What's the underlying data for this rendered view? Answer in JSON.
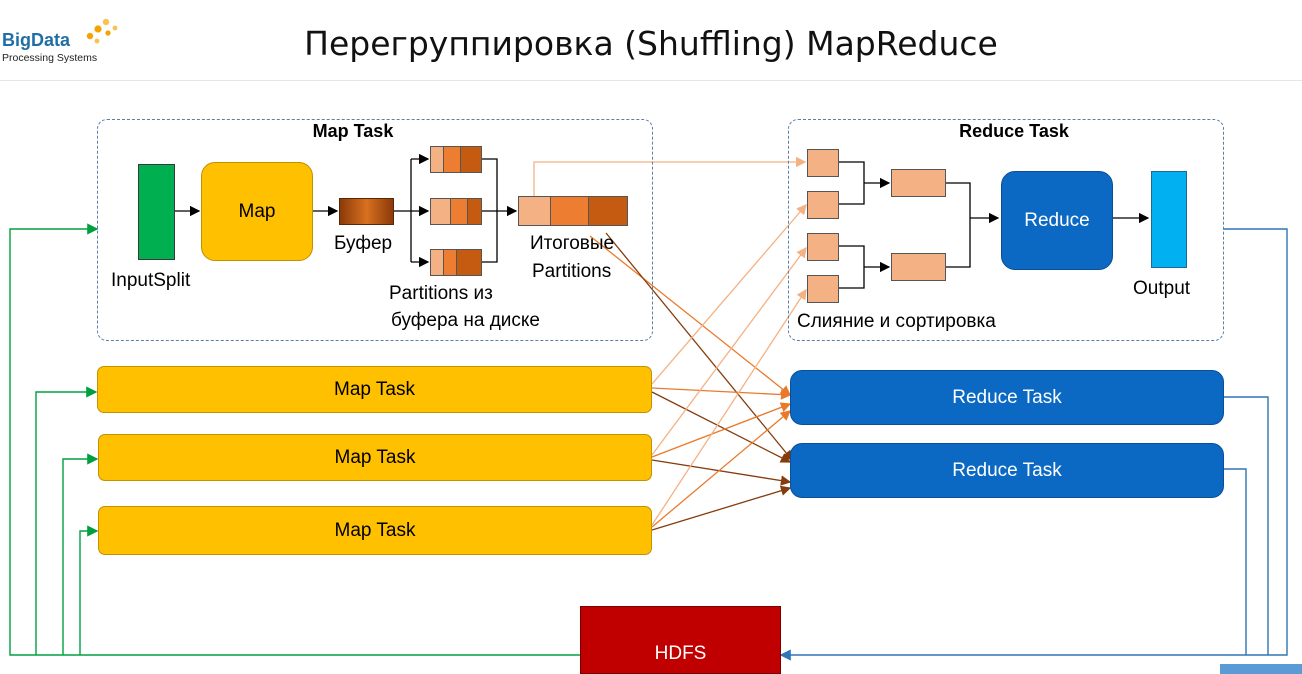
{
  "header": {
    "logo_main": "BigData",
    "logo_sub": "Processing Systems",
    "title": "Перегруппировка (Shuffling) MapReduce"
  },
  "map_group": {
    "title": "Map Task",
    "input_label": "InputSplit",
    "map_label": "Map",
    "buffer_label": "Буфер",
    "spill_label_1": "Partitions из",
    "spill_label_2": "буфера на диске",
    "final_label_1": "Итоговые",
    "final_label_2": "Partitions"
  },
  "reduce_group": {
    "title": "Reduce Task",
    "reduce_label": "Reduce",
    "output_label": "Output",
    "merge_label": "Слияние и сортировка"
  },
  "map_tasks": [
    "Map Task",
    "Map Task",
    "Map Task"
  ],
  "reduce_tasks": [
    "Reduce Task",
    "Reduce Task"
  ],
  "storage": {
    "label": "HDFS"
  },
  "colors": {
    "map_yellow": "#ffc000",
    "reduce_blue": "#0b69c4",
    "input_green": "#00b050",
    "output_cyan": "#00b0f0",
    "hdfs_red": "#c00000",
    "light_orange": "#f4b183",
    "mid_orange": "#ed7d31",
    "dark_orange": "#c55a11",
    "arrow_brown": "#843c0c",
    "arrow_green": "#00a040",
    "arrow_blue": "#2e75b6"
  }
}
